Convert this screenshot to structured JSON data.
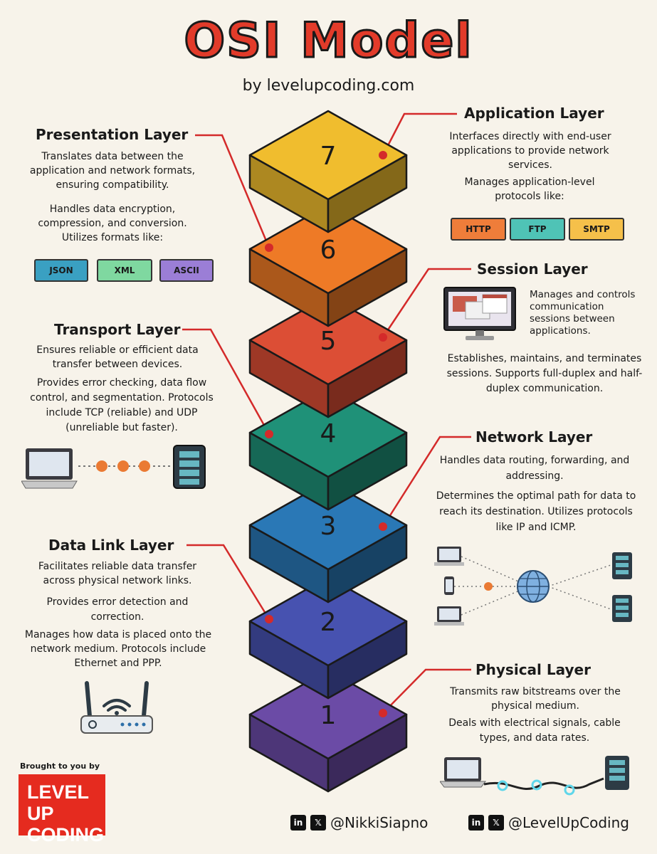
{
  "header": {
    "title": "OSI Model",
    "subtitle": "by levelupcoding.com"
  },
  "layers": {
    "application": {
      "number": "7",
      "title": "Application Layer",
      "color": "#f0bd2e",
      "text1": "Interfaces directly with end-user applications to provide network services.",
      "text2": "Manages application-level protocols like:",
      "chips": [
        "HTTP",
        "FTP",
        "SMTP"
      ]
    },
    "presentation": {
      "number": "6",
      "title": "Presentation Layer",
      "color": "#ee7a26",
      "text1": "Translates data between the application and network formats, ensuring compatibility.",
      "text2": "Handles data encryption, compression, and conversion. Utilizes formats like:",
      "chips": [
        "JSON",
        "XML",
        "ASCII"
      ]
    },
    "session": {
      "number": "5",
      "title": "Session Layer",
      "color": "#dc4e35",
      "text1": "Manages and controls communication sessions between applications.",
      "text2": "Establishes, maintains, and terminates sessions. Supports full-duplex and half-duplex communication."
    },
    "transport": {
      "number": "4",
      "title": "Transport Layer",
      "color": "#1f9178",
      "text1": "Ensures reliable or efficient data transfer between devices.",
      "text2": "Provides error checking, data flow control, and segmentation. Protocols include TCP (reliable) and UDP (unreliable but faster)."
    },
    "network": {
      "number": "3",
      "title": "Network Layer",
      "color": "#2a78b6",
      "text1": "Handles data routing, forwarding, and addressing.",
      "text2": "Determines the optimal path for data to reach its destination. Utilizes protocols like IP and ICMP."
    },
    "datalink": {
      "number": "2",
      "title": "Data Link Layer",
      "color": "#4752b0",
      "text1": "Facilitates reliable data transfer across physical network links.",
      "text2": "Provides error detection and correction.",
      "text3": "Manages how data is placed onto the network medium. Protocols include Ethernet and PPP."
    },
    "physical": {
      "number": "1",
      "title": "Physical Layer",
      "color": "#6b4ba6",
      "text1": "Transmits raw bitstreams over the physical medium.",
      "text2": "Deals with electrical signals, cable types, and data rates."
    }
  },
  "footer": {
    "brought": "Brought to you by",
    "brand": "LEVEL UP CODING",
    "social1": "@NikkiSiapno",
    "social2": "@LevelUpCoding",
    "linkedin": "in",
    "x": "𝕏"
  },
  "colors": {
    "accent_red": "#d42a2a",
    "chip_http": "#ef7d3a",
    "chip_ftp": "#4fc3b6",
    "chip_smtp": "#f5c04a",
    "chip_json": "#3aa0c2",
    "chip_xml": "#7fd8a0",
    "chip_ascii": "#9b7ed6"
  },
  "icons": [
    "laptop-icon",
    "server-icon",
    "globe-icon",
    "phone-icon",
    "monitor-icon",
    "router-icon",
    "wifi-icon",
    "linkedin-icon",
    "x-icon"
  ]
}
